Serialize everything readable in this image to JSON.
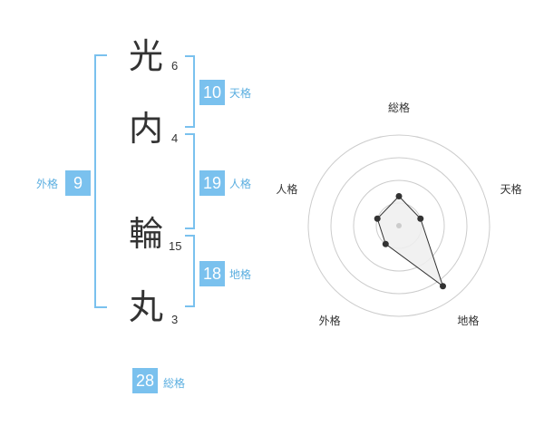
{
  "name": {
    "chars": [
      {
        "char": "光",
        "strokes": "6"
      },
      {
        "char": "内",
        "strokes": "4"
      },
      {
        "char": "輪",
        "strokes": "15"
      },
      {
        "char": "丸",
        "strokes": "3"
      }
    ]
  },
  "fortune": {
    "tenkaku": {
      "label": "天格",
      "value": "10"
    },
    "jinkaku": {
      "label": "人格",
      "value": "19"
    },
    "chikaku": {
      "label": "地格",
      "value": "18"
    },
    "gaikaku": {
      "label": "外格",
      "value": "9"
    },
    "soukaku": {
      "label": "総格",
      "value": "28"
    }
  },
  "chart_data": {
    "type": "radar",
    "axes": [
      "総格",
      "天格",
      "地格",
      "外格",
      "人格"
    ],
    "values": [
      1.3,
      1.0,
      3.3,
      1.0,
      1.0
    ],
    "range": [
      0,
      4
    ],
    "rings": 4,
    "line_color": "#333333",
    "fill_color": "#eeeeee",
    "grid_color": "#cccccc"
  },
  "colors": {
    "accent": "#7ac1ee",
    "accent_text": "#5aaee0",
    "text": "#333333"
  }
}
